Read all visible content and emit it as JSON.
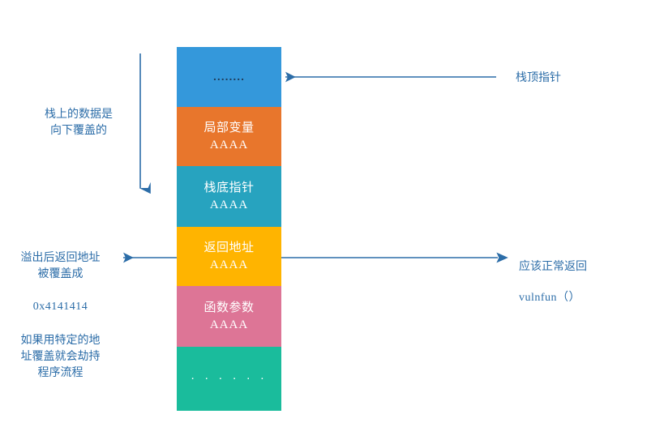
{
  "diagram": {
    "title": "stack-overflow-memory-layout",
    "colors": {
      "block_top": "#3498db",
      "block_local_vars": "#e8762c",
      "block_base_pointer": "#27a3bf",
      "block_return_addr": "#ffb400",
      "block_func_args": "#dd7596",
      "block_bottom": "#1abc9c",
      "annotation": "#2c6da8",
      "arrow": "#2c6da8"
    },
    "stack_blocks": [
      {
        "id": "top-filler",
        "label": "",
        "value": "",
        "dots": "........",
        "dot_style": "dark",
        "color": "#3498db"
      },
      {
        "id": "local-vars",
        "label": "局部变量",
        "value": "AAAA",
        "dots": "",
        "dot_style": "",
        "color": "#e8762c"
      },
      {
        "id": "base-pointer",
        "label": "栈底指针",
        "value": "AAAA",
        "dots": "",
        "dot_style": "",
        "color": "#27a3bf"
      },
      {
        "id": "return-address",
        "label": "返回地址",
        "value": "AAAA",
        "dots": "",
        "dot_style": "",
        "color": "#ffb400"
      },
      {
        "id": "func-args",
        "label": "函数参数",
        "value": "AAAA",
        "dots": "",
        "dot_style": "",
        "color": "#dd7596"
      },
      {
        "id": "bottom-filler",
        "label": "",
        "value": "",
        "dots": "· · · · · ·",
        "dot_style": "light",
        "color": "#1abc9c"
      }
    ],
    "annotations": {
      "growth_direction": "栈上的数据是\n向下覆盖的",
      "overflow_note_line1": "溢出后返回地址\n被覆盖成",
      "overflow_note_address": "0x4141414",
      "overflow_note_line2": "如果用特定的地\n址覆盖就会劫持\n程序流程",
      "stack_top_pointer": "栈顶指针",
      "normal_return_line1": "应该正常返回",
      "normal_return_line2": "vulnfun（）"
    }
  }
}
